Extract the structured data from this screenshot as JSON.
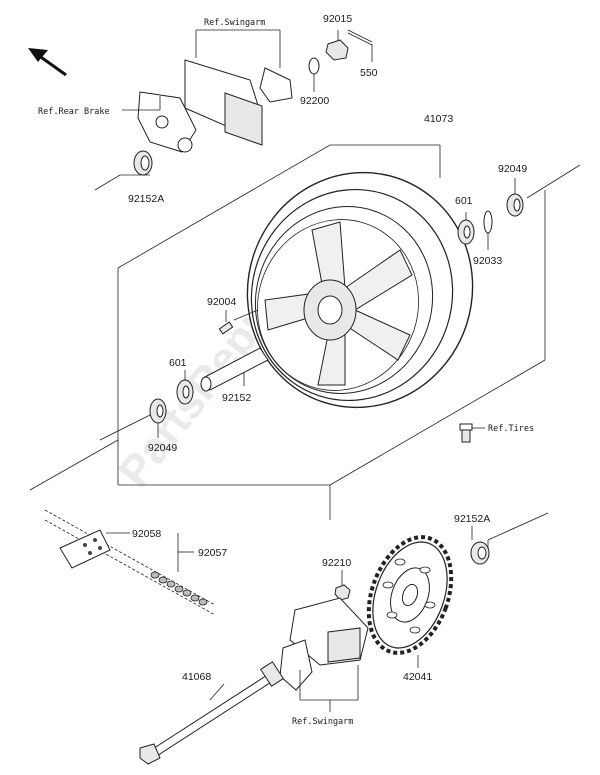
{
  "labels": {
    "p92015": "92015",
    "p550": "550",
    "p92200": "92200",
    "p41073": "41073",
    "p92049_top": "92049",
    "p601_right": "601",
    "p92033": "92033",
    "p92152A_top": "92152A",
    "p92004": "92004",
    "p601_left": "601",
    "p92152": "92152",
    "p92049_bottom": "92049",
    "p92058": "92058",
    "p92057": "92057",
    "p92152A_bottom": "92152A",
    "p92210": "92210",
    "p42041": "42041",
    "p41068": "41068"
  },
  "refs": {
    "swingarm_top": "Ref.Swingarm",
    "rear_brake": "Ref.Rear Brake",
    "tires": "Ref.Tires",
    "swingarm_bottom": "Ref.Swingarm"
  },
  "watermark": "PartsRepublik"
}
